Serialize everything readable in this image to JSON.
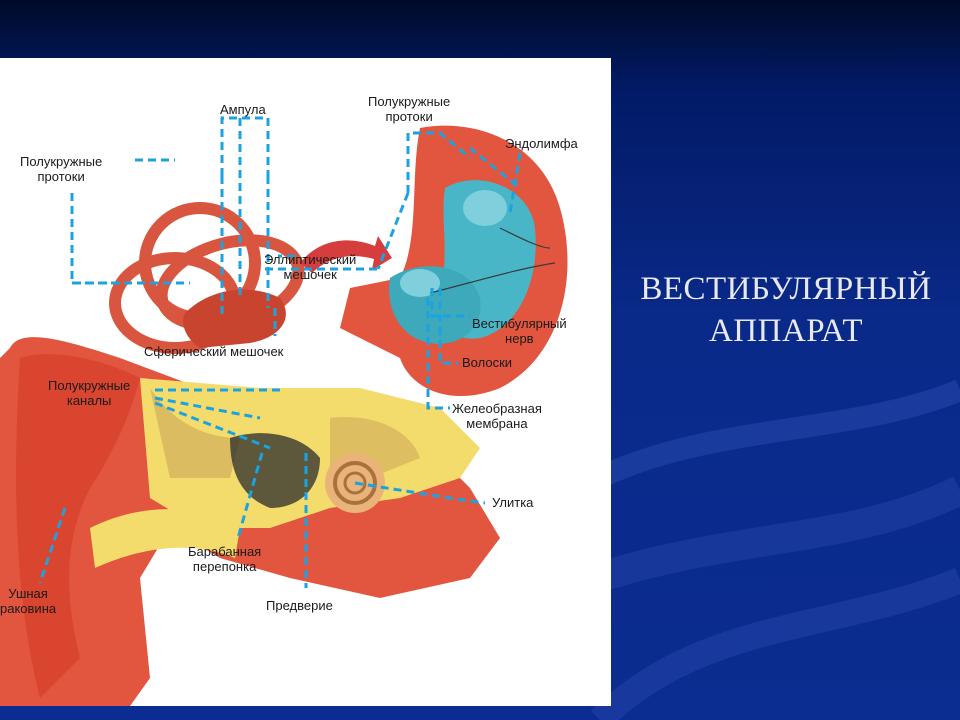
{
  "slide": {
    "title_line1": "ВЕСТИБУЛЯРНЫЙ",
    "title_line2": "АППАРАТ"
  },
  "labels": {
    "ampula": "Ампула",
    "polukr_protoki_top_l1": "Полукружные",
    "polukr_protoki_top_l2": "протоки",
    "polukr_protoki_left_l1": "Полукружные",
    "polukr_protoki_left_l2": "протоки",
    "endolimfa": "Эндолимфа",
    "ellipt_l1": "Эллиптический",
    "ellipt_l2": "мешочек",
    "sfer": "Сферический мешочек",
    "vestib_nerv_l1": "Вестибулярный",
    "vestib_nerv_l2": "нерв",
    "voloski": "Волоски",
    "polukr_kanaly_l1": "Полукружные",
    "polukr_kanaly_l2": "каналы",
    "zhele_l1": "Желеобразная",
    "zhele_l2": "мембрана",
    "ulitka": "Улитка",
    "baraban_l1": "Барабанная",
    "baraban_l2": "перепонка",
    "ushn_l1": "Ушная",
    "ushn_l2": "раковина",
    "preddverie": "Предверие"
  },
  "colors": {
    "leader": "#1aa3e0",
    "flesh": "#e2553f",
    "yellow": "#f3dc6b",
    "endolymph": "#49b6c8",
    "background_blue": "#0b2c90"
  }
}
